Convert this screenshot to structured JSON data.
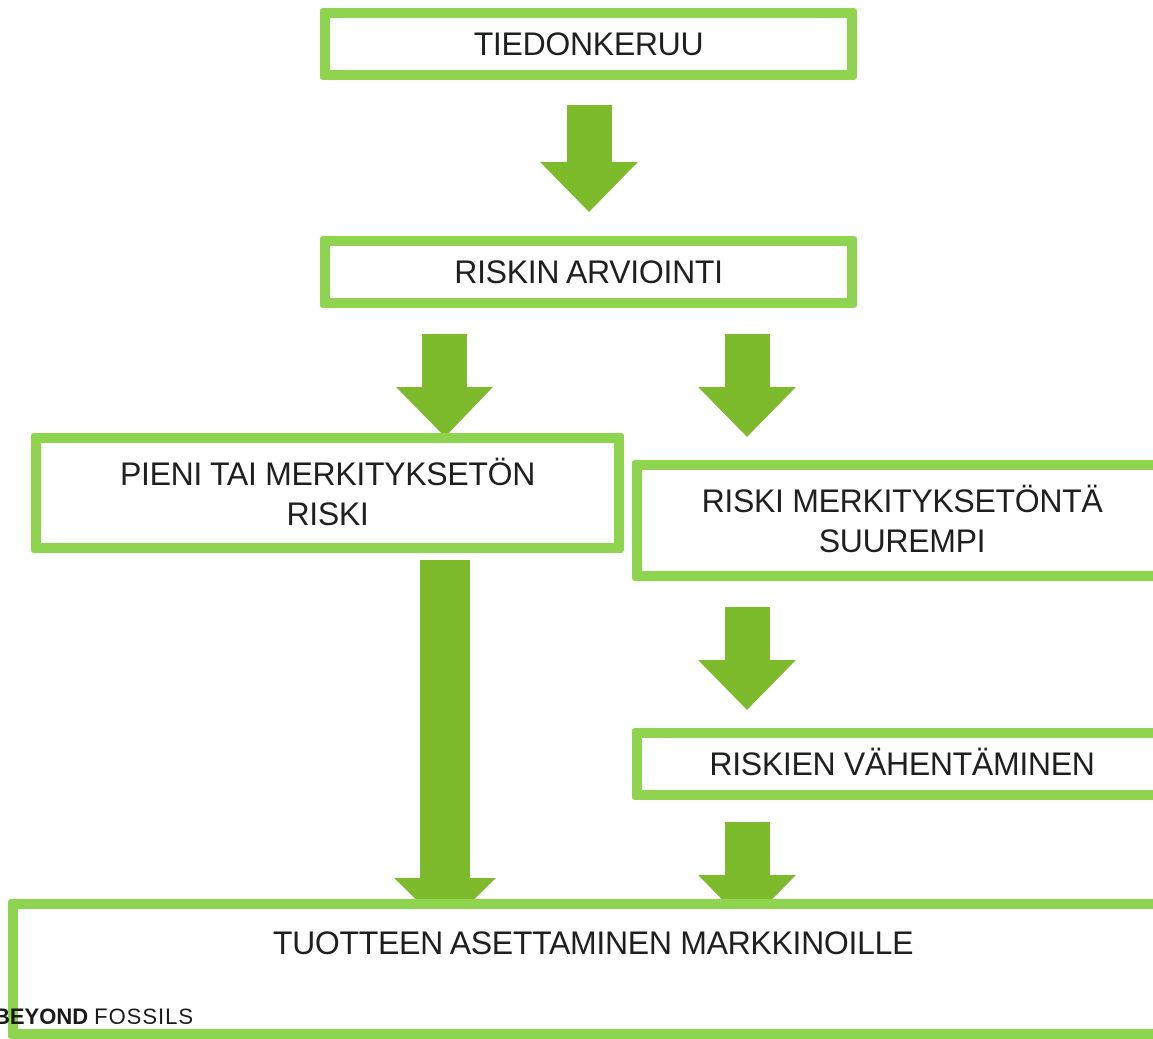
{
  "colors": {
    "green": "#7dbb2c",
    "border": "#8ed44f",
    "text": "#1f1f1f"
  },
  "boxes": {
    "data_collection": "TIEDONKERUU",
    "risk_assessment": "RISKIN ARVIOINTI",
    "small_risk_line1": "PIENI TAI MERKITYKSETÖN",
    "small_risk_line2": "RISKI",
    "larger_risk_line1": "RISKI MERKITYKSETÖNTÄ",
    "larger_risk_line2": "SUUREMPI",
    "risk_reduction": "RISKIEN VÄHENTÄMINEN",
    "market_placement": "TUOTTEEN ASETTAMINEN MARKKINOILLE"
  },
  "logo": {
    "bold": "BEYOND",
    "light": "FOSSILS"
  }
}
